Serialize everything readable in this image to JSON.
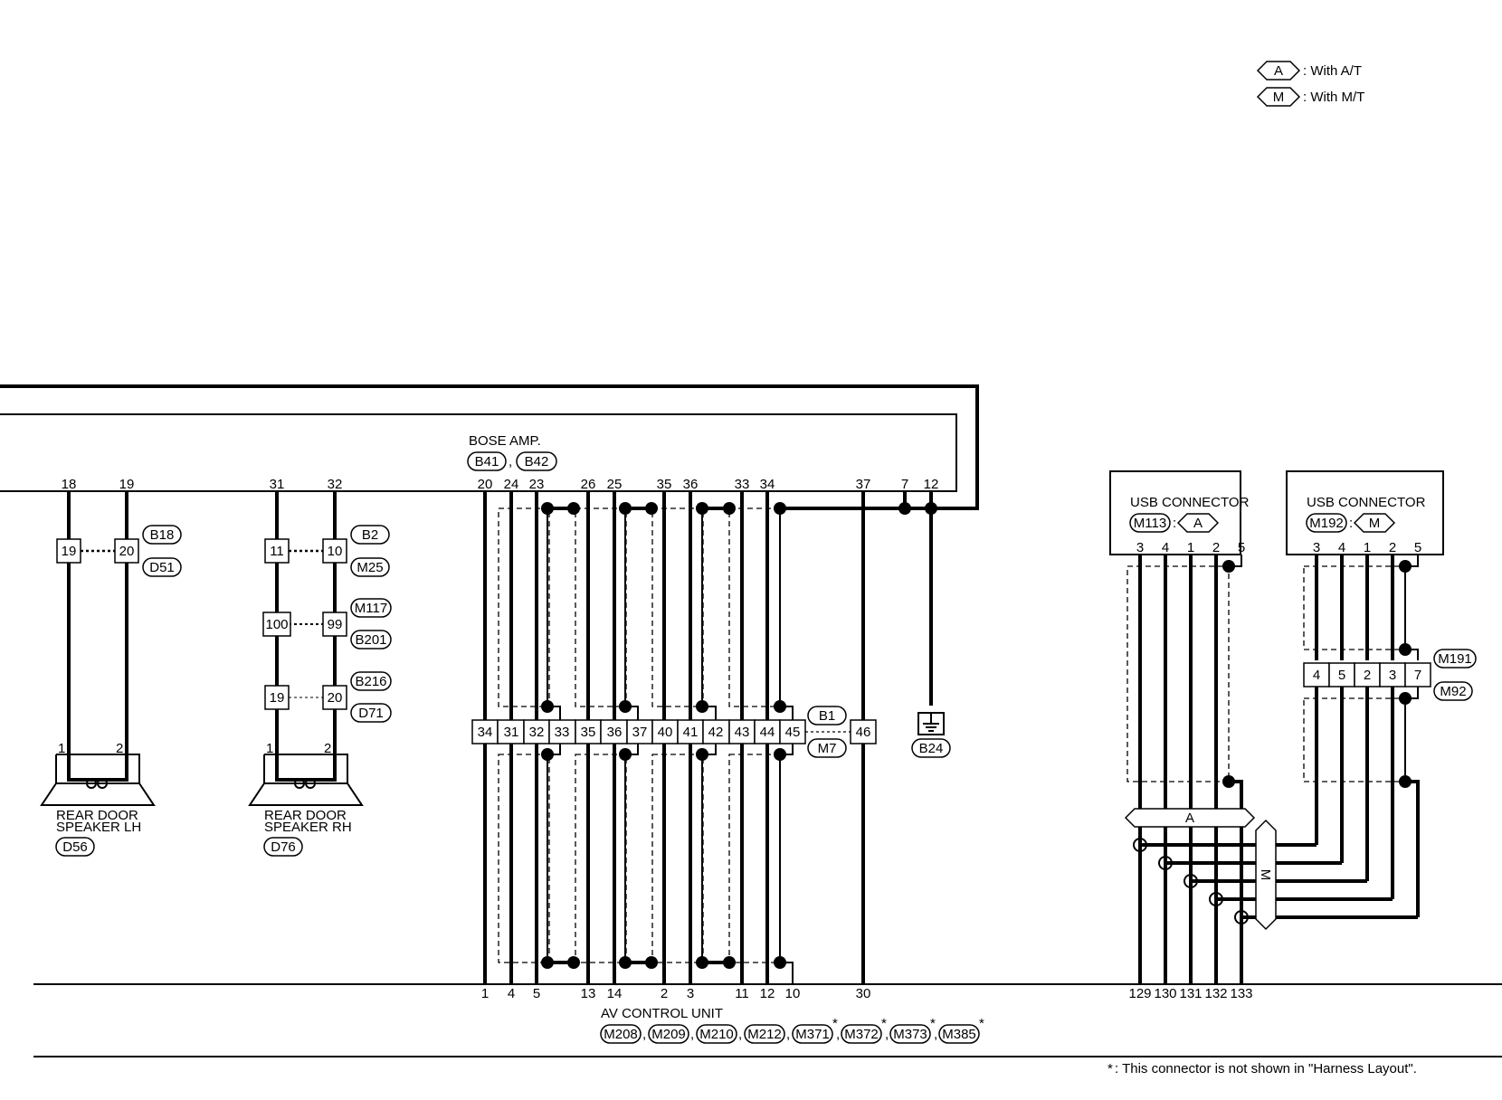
{
  "legend": {
    "a_code": "A",
    "a_text": ": With A/T",
    "m_code": "M",
    "m_text": ": With M/T"
  },
  "bose_amp": {
    "name": "BOSE AMP.",
    "connectors": [
      "B41",
      "B42"
    ],
    "terminals": [
      "18",
      "19",
      "31",
      "32",
      "20",
      "24",
      "23",
      "26",
      "25",
      "35",
      "36",
      "33",
      "34",
      "37",
      "7",
      "12"
    ]
  },
  "rear_door_lh": {
    "joint_left": "19",
    "joint_right": "20",
    "connectors": [
      "B18",
      "D51"
    ],
    "pins": [
      "1",
      "2"
    ],
    "name_line1": "REAR DOOR",
    "name_line2": "SPEAKER LH",
    "id": "D56"
  },
  "rear_door_rh": {
    "joints": [
      {
        "left": "11",
        "right": "10",
        "tags": [
          "B2",
          "M25"
        ]
      },
      {
        "left": "100",
        "right": "99",
        "tags": [
          "M117",
          "B201"
        ]
      },
      {
        "left": "19",
        "right": "20",
        "tags": [
          "B216",
          "D71"
        ]
      }
    ],
    "pins": [
      "1",
      "2"
    ],
    "name_line1": "REAR DOOR",
    "name_line2": "SPEAKER RH",
    "id": "D76"
  },
  "main_joint": {
    "cells": [
      "34",
      "31",
      "32",
      "33",
      "35",
      "36",
      "37",
      "40",
      "41",
      "42",
      "43",
      "44",
      "45"
    ],
    "single": "46",
    "connectors": [
      "B1",
      "M7"
    ]
  },
  "ground": {
    "id": "B24"
  },
  "av_unit": {
    "name": "AV CONTROL UNIT",
    "terminals": [
      "1",
      "4",
      "5",
      "13",
      "14",
      "2",
      "3",
      "11",
      "12",
      "10",
      "30"
    ],
    "connectors": [
      "M208",
      "M209",
      "M210",
      "M212",
      "M371",
      "M372",
      "M373",
      "M385"
    ],
    "usb_terminals": [
      "129",
      "130",
      "131",
      "132",
      "133"
    ]
  },
  "usb1": {
    "title": "USB CONNECTOR",
    "id": "M113",
    "variant": "A",
    "pins": [
      "3",
      "4",
      "1",
      "2",
      "5"
    ]
  },
  "usb2": {
    "title": "USB CONNECTOR",
    "id": "M192",
    "variant": "M",
    "pins": [
      "3",
      "4",
      "1",
      "2",
      "5"
    ]
  },
  "usb_joint": {
    "cells": [
      "4",
      "5",
      "2",
      "3",
      "7"
    ],
    "connectors": [
      "M191",
      "M92"
    ]
  },
  "branch": {
    "a_label": "A",
    "m_label": "M"
  },
  "footnote": {
    "star": "*",
    "text": ": This connector is not shown in \"Harness Layout\"."
  }
}
